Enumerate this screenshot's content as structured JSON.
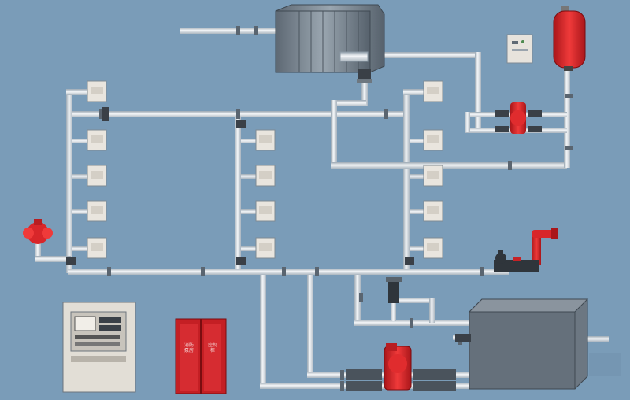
{
  "colors": {
    "background": "#7a9cb8",
    "pipe": "#e6ebef",
    "pipe_edge": "#8a98a4",
    "pump_red": "#d8262a",
    "valve_dark": "#2a2f34",
    "tank_gray": "#6c7782",
    "panel_beige": "#e7e3dc"
  },
  "labels": {
    "cabinet_left_text": "消防\n泵房",
    "cabinet_right_text": "控制\n柜"
  },
  "components": [
    {
      "id": "roof-water-tank",
      "kind": "storage-tank"
    },
    {
      "id": "pressure-tank",
      "kind": "pressure-vessel"
    },
    {
      "id": "control-panel",
      "kind": "alarm-controller"
    },
    {
      "id": "pump-cabinet",
      "kind": "electrical-cabinet"
    },
    {
      "id": "fire-pool",
      "kind": "ground-tank"
    },
    {
      "id": "booster-pump",
      "kind": "pump"
    },
    {
      "id": "main-fire-pump",
      "kind": "pump"
    },
    {
      "id": "pump-adapter",
      "kind": "siamese-connection"
    },
    {
      "id": "alarm-valve",
      "kind": "valve"
    }
  ]
}
